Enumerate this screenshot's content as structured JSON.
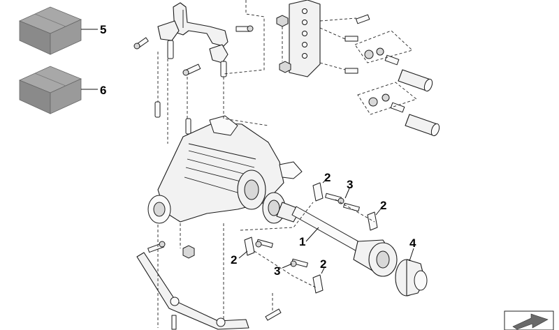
{
  "diagram": {
    "callouts": [
      {
        "id": "kit-5",
        "label": "5"
      },
      {
        "id": "kit-6",
        "label": "6"
      },
      {
        "id": "drive-shaft",
        "label": "1"
      },
      {
        "id": "clamp-top",
        "label": "2"
      },
      {
        "id": "screw-top",
        "label": "3"
      },
      {
        "id": "clamp-right",
        "label": "2"
      },
      {
        "id": "flange",
        "label": "4"
      },
      {
        "id": "clamp-left",
        "label": "2"
      },
      {
        "id": "screw-bottom",
        "label": "3"
      },
      {
        "id": "clamp-bottom",
        "label": "2"
      }
    ]
  }
}
